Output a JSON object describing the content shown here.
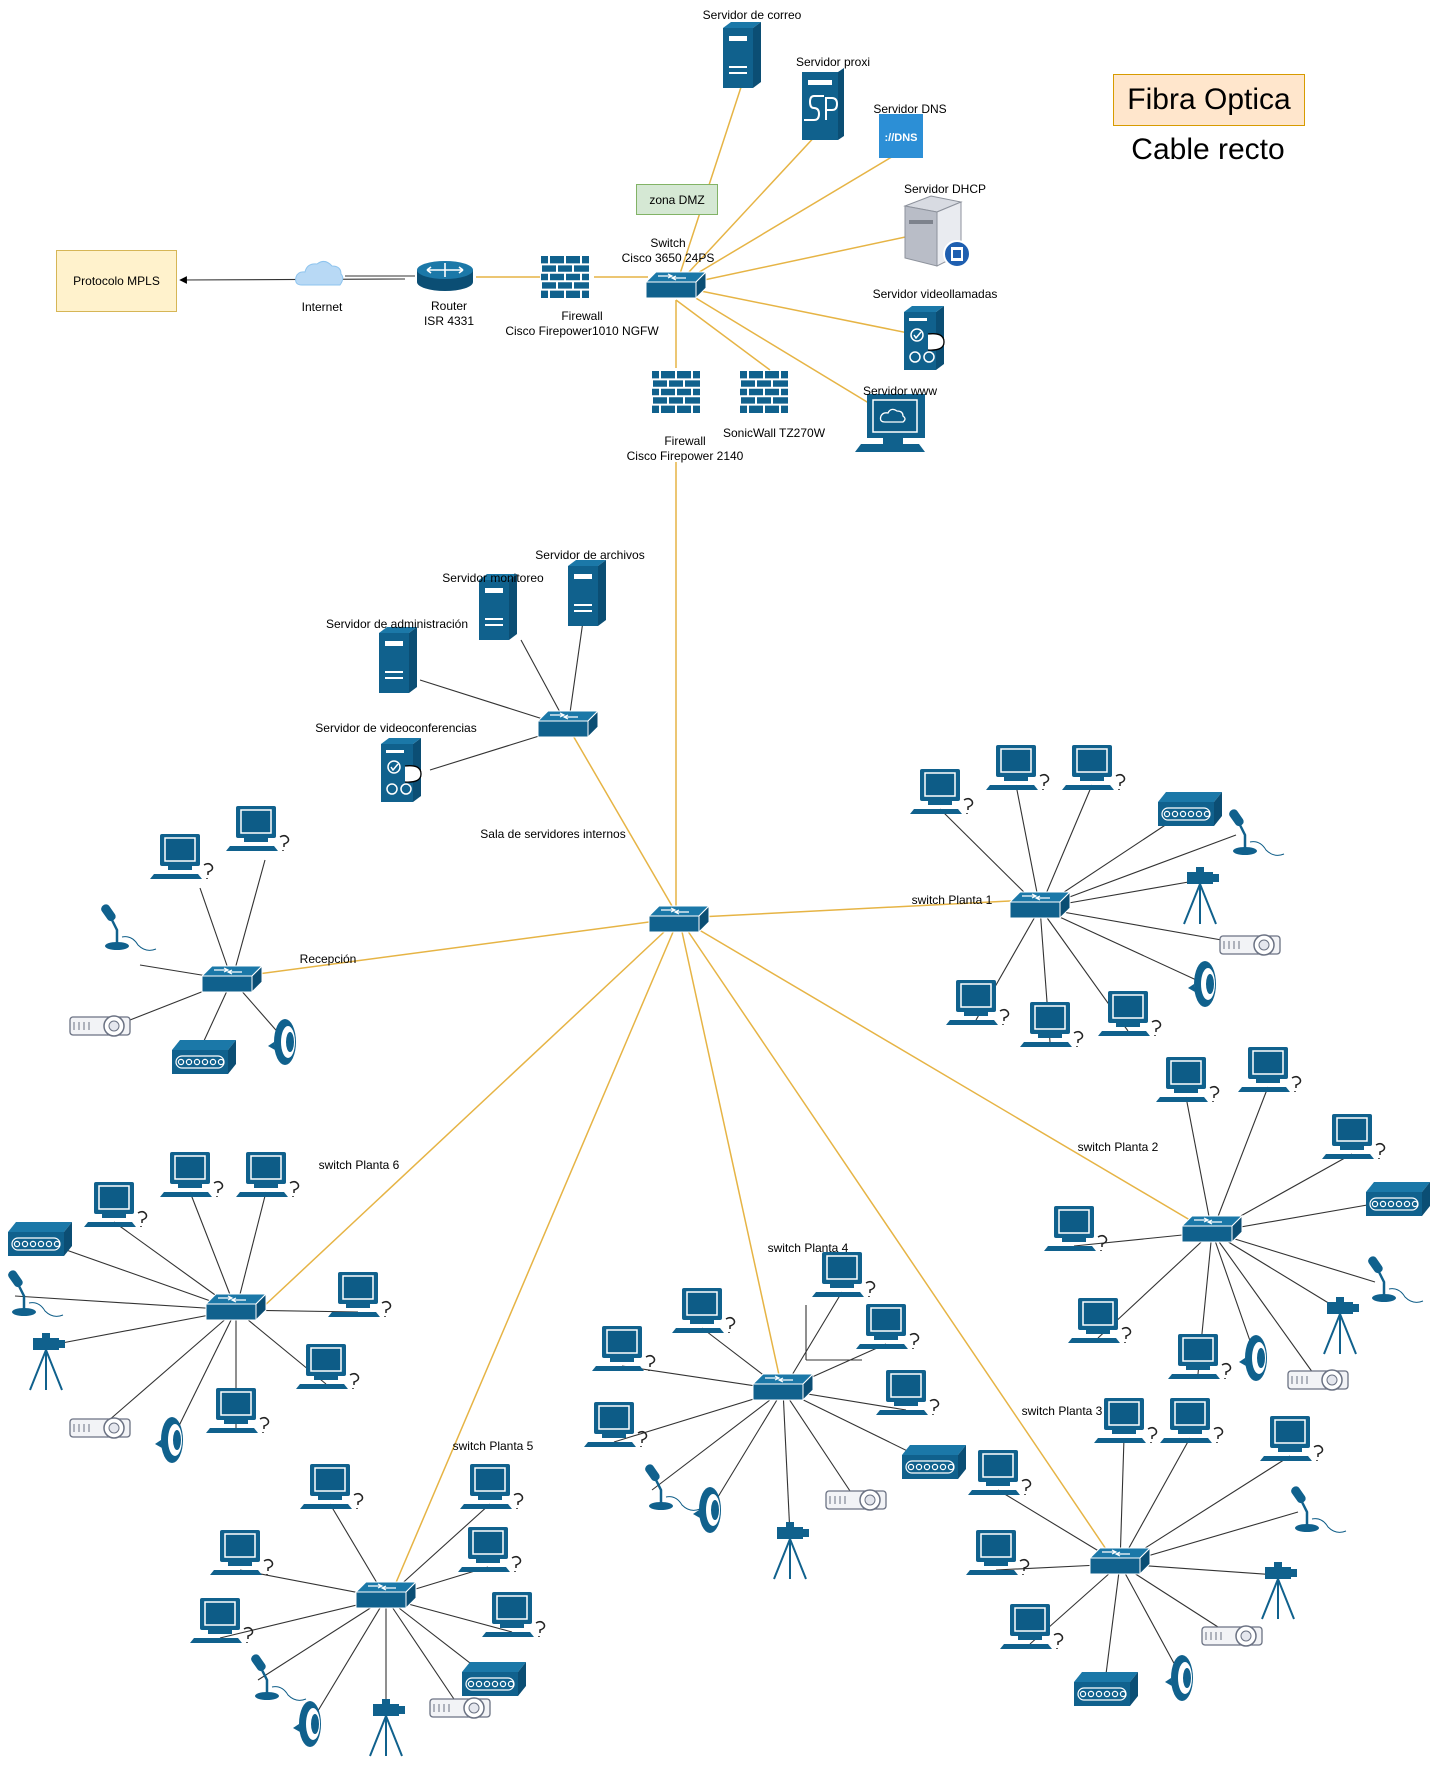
{
  "legend": {
    "fiber": "Fibra Optica",
    "straight": "Cable recto"
  },
  "colors": {
    "fiber": "#e6b445",
    "straight": "#333333",
    "device": "#10618d"
  },
  "zones": {
    "mpls": "Protocolo MPLS",
    "dmz": "zona DMZ"
  },
  "labels": {
    "internet": "Internet",
    "router": "Router\nISR 4331",
    "firewall1": "Firewall\nCisco Firepower1010 NGFW",
    "switch_core": "Switch\nCisco 3650 24PS",
    "firewall2": "Firewall\nCisco Firepower 2140",
    "sonicwall": "SonicWall TZ270W",
    "srv_correo": "Servidor de correo",
    "srv_proxi": "Servidor proxi",
    "srv_dns": "Servidor DNS",
    "dns_badge": "://DNS",
    "srv_dhcp": "Servidor DHCP",
    "srv_video": "Servidor videollamadas",
    "srv_www": "Servidor www",
    "srv_archivos": "Servidor de archivos",
    "srv_monitoreo": "Servidor monitoreo",
    "srv_admin": "Servidor de administración",
    "srv_videoconf": "Servidor de videoconferencias",
    "sala": "Sala de servidores internos",
    "recepcion": "Recepción",
    "planta1": "switch Planta 1",
    "planta2": "switch Planta 2",
    "planta3": "switch Planta 3",
    "planta4": "switch Planta 4",
    "planta5": "switch Planta 5",
    "planta6": "switch Planta 6"
  }
}
